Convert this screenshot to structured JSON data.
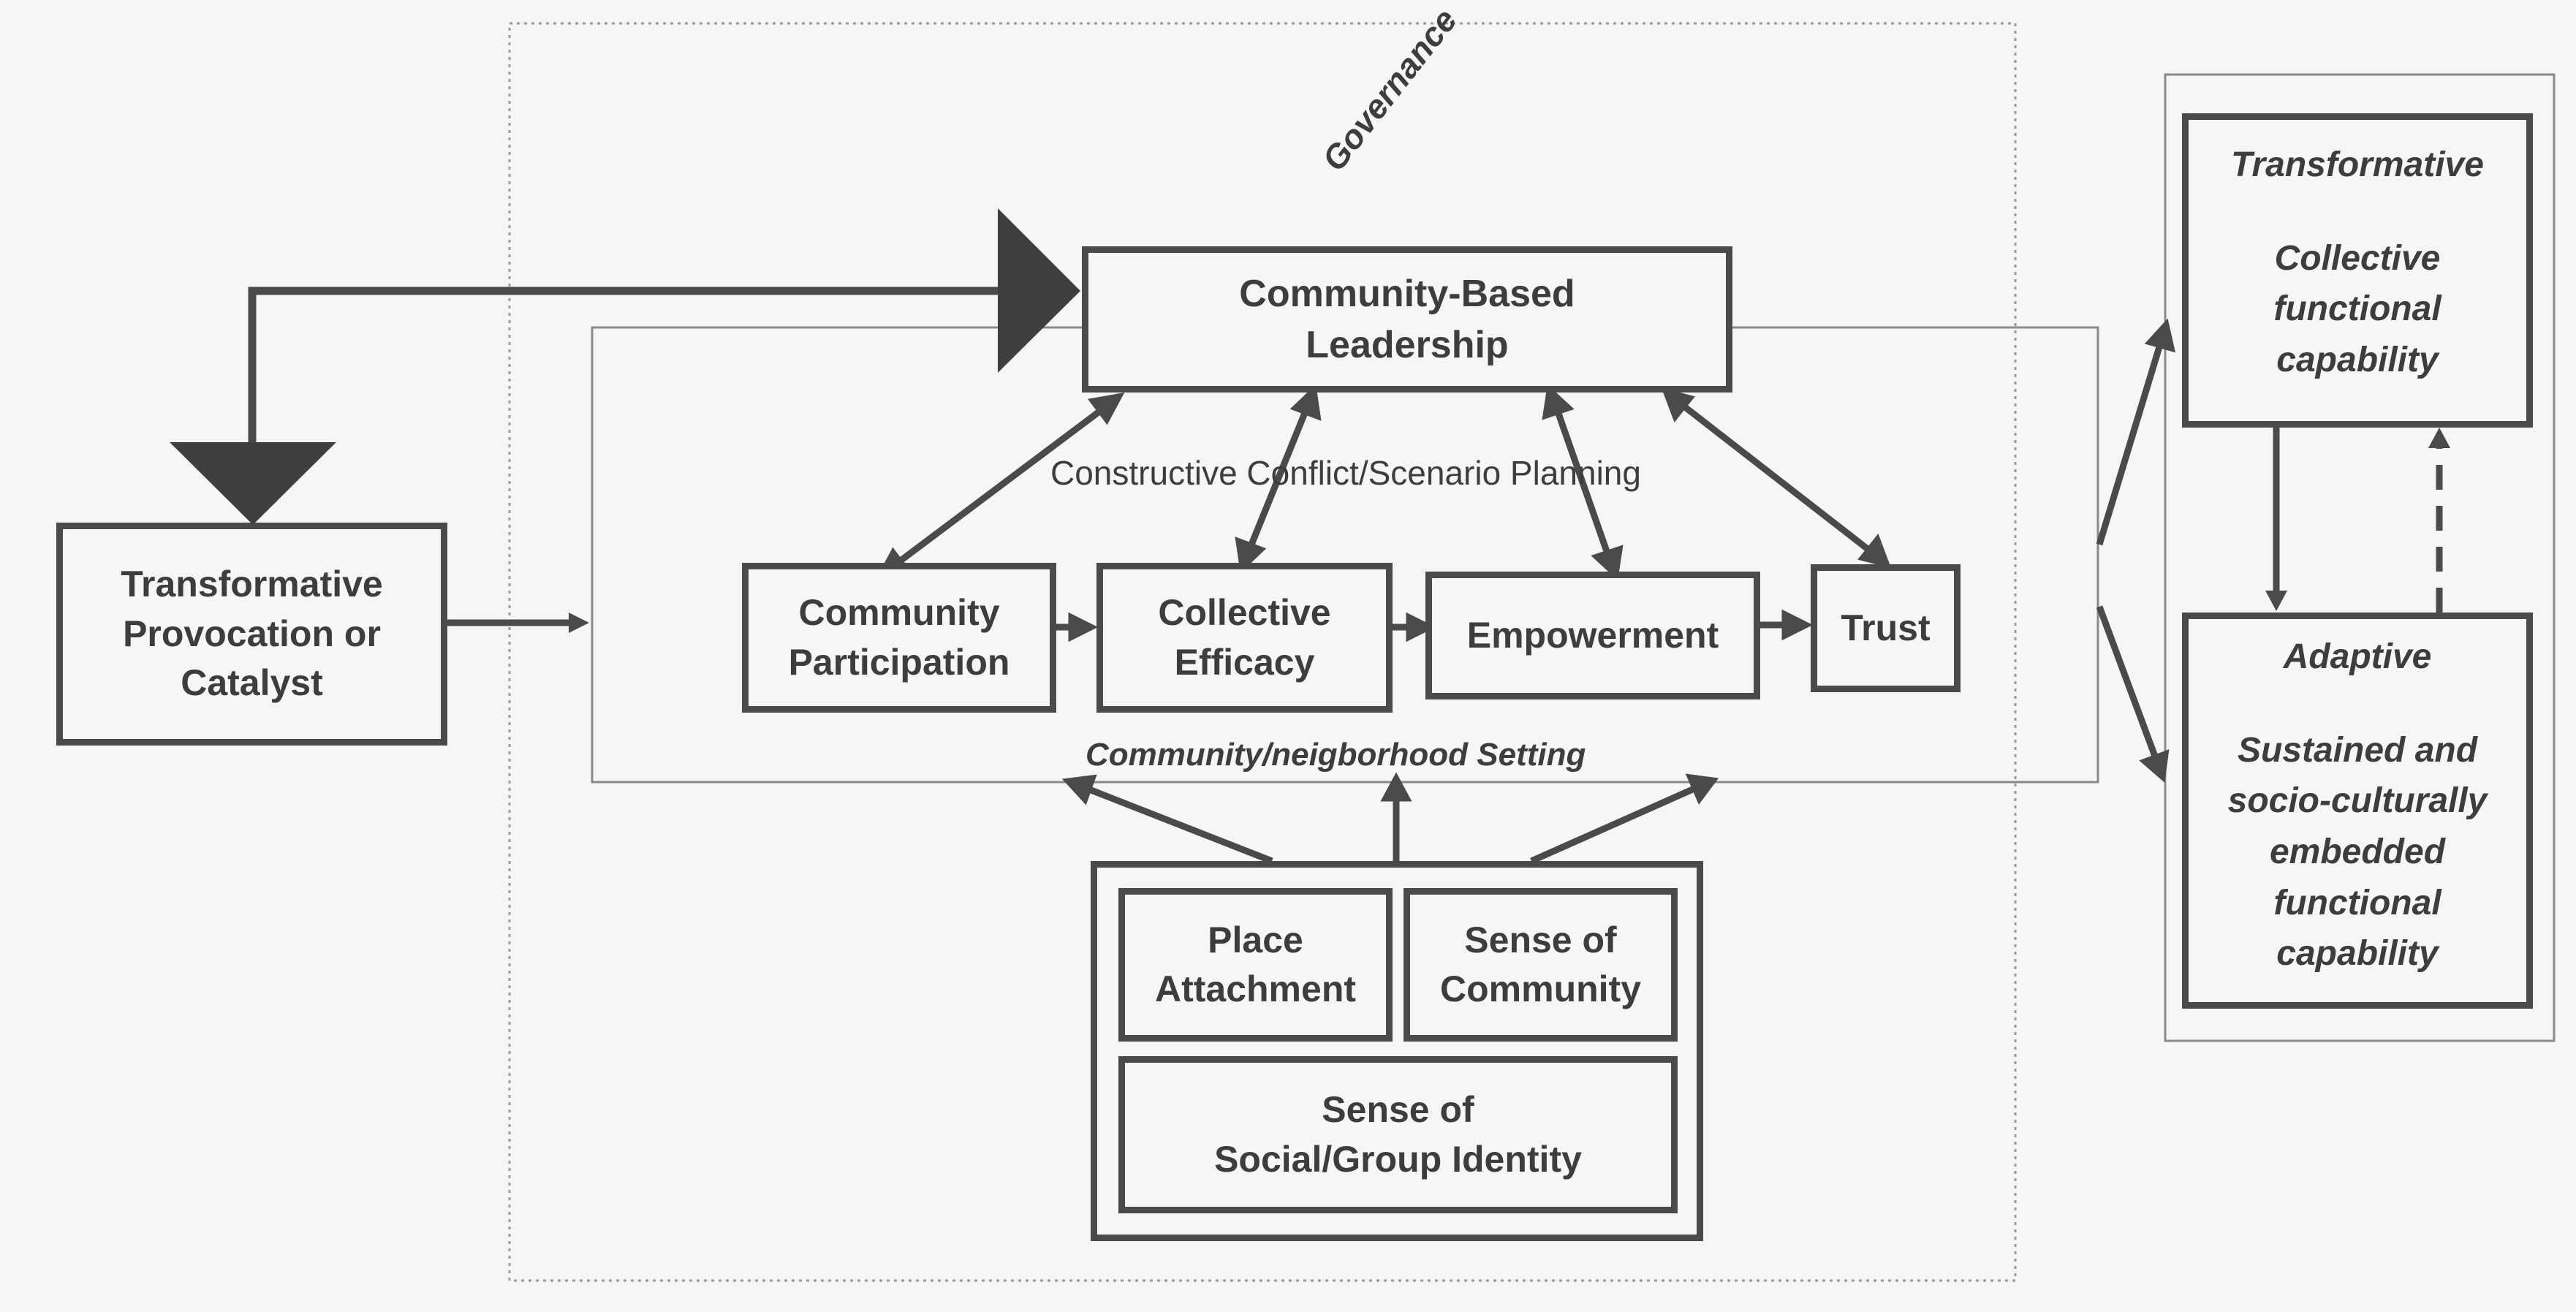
{
  "diagram": {
    "catalyst": "Transformative Provocation or Catalyst",
    "leadership": "Community-Based Leadership",
    "governance": "Governance",
    "conflict": "Constructive Conflict/Scenario Planning",
    "participation": "Community Participation",
    "efficacy": "Collective Efficacy",
    "empowerment": "Empowerment",
    "trust": "Trust",
    "setting": "Community/neigborhood Setting",
    "place": "Place Attachment",
    "sense_community": "Sense of Community",
    "identity_line1": "Sense of",
    "identity_line2": "Social/Group Identity",
    "transformative_title": "Transformative",
    "transformative_body": "Collective functional capability",
    "adaptive_title": "Adaptive",
    "adaptive_body": "Sustained and socio-culturally embedded functional capability"
  }
}
